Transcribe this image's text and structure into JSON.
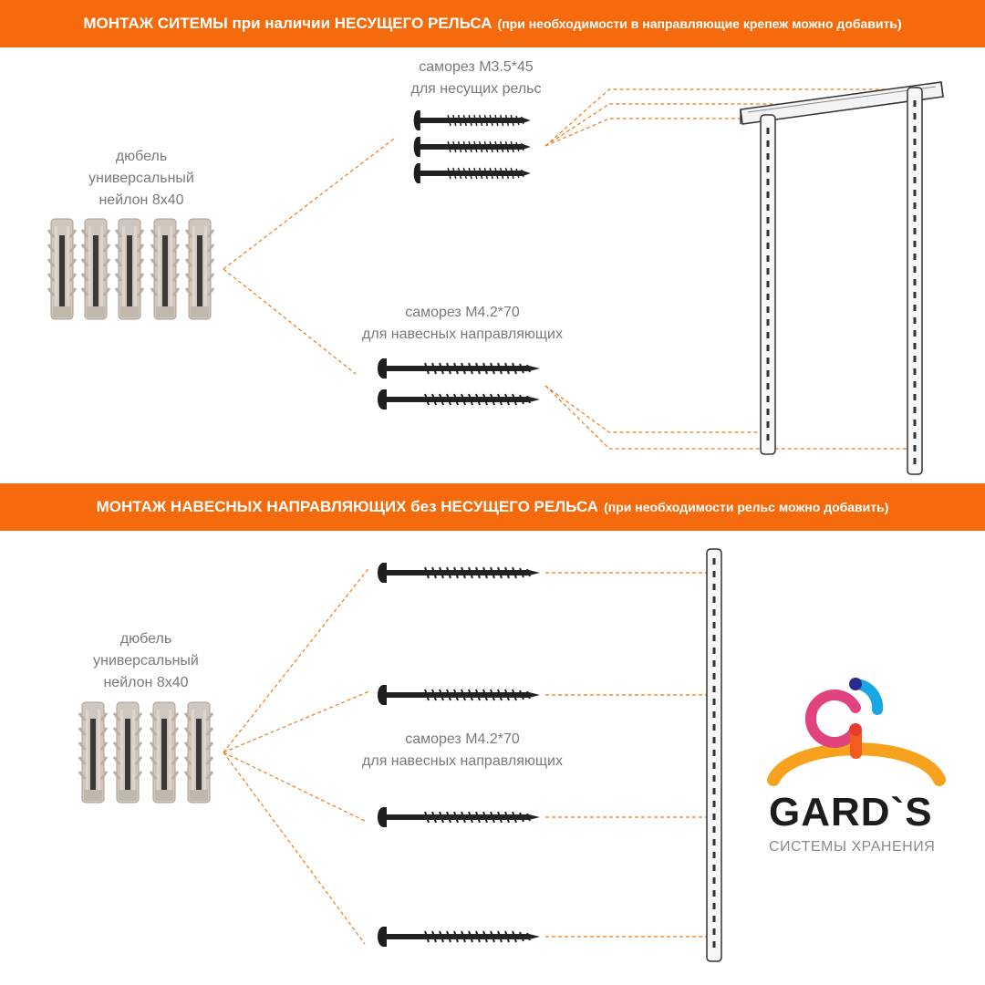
{
  "section1": {
    "banner_main": "МОНТАЖ СИТЕМЫ при наличии НЕСУЩЕГО РЕЛЬСА",
    "banner_note": "(при необходимости в направляющие крепеж можно добавить)",
    "dowel_label": [
      "дюбель",
      "универсальный",
      "нейлон 8х40"
    ],
    "screw_short_label": [
      "саморез М3.5*45",
      "для несущих рельс"
    ],
    "screw_long_label": [
      "саморез М4.2*70",
      "для навесных направляющих"
    ],
    "dowel_count": 5,
    "screw_short_count": 3,
    "screw_long_count": 2
  },
  "section2": {
    "banner_main": "МОНТАЖ НАВЕСНЫХ НАПРАВЛЯЮЩИХ без НЕСУЩЕГО РЕЛЬСА",
    "banner_note": "(при необходимости рельс можно добавить)",
    "dowel_label": [
      "дюбель",
      "универсальный",
      "нейлон 8х40"
    ],
    "screw_label": [
      "саморез М4.2*70",
      "для навесных направляющих"
    ],
    "dowel_count": 4,
    "screw_count": 4
  },
  "logo": {
    "brand": "GARD`S",
    "tagline": "СИСТЕМЫ ХРАНЕНИЯ",
    "colors": {
      "hanger": "#f6a21e",
      "pink": "#e0437e",
      "blue": "#1aa6e0",
      "navy": "#2a2a8c",
      "red": "#e83b2a"
    }
  },
  "colors": {
    "banner": "#f46a0c",
    "leader": "#f07b1a",
    "label": "#7a7a7a"
  }
}
